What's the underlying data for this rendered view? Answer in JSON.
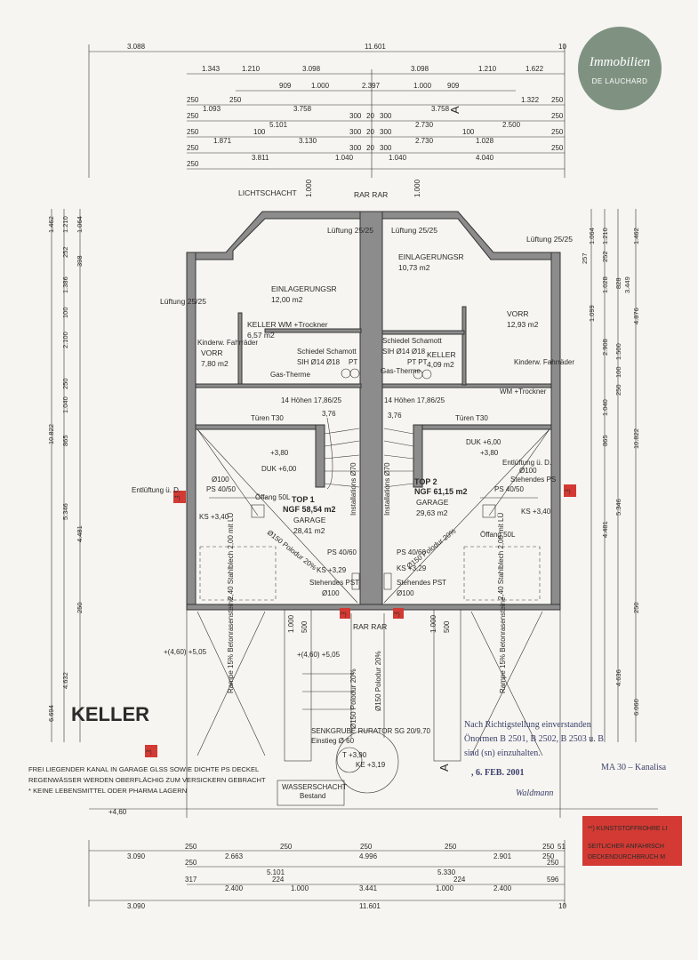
{
  "logo": {
    "line1": "Immobilien",
    "line2": "DE LAUCHARD"
  },
  "title": "KELLER",
  "dimensions_top": {
    "row1": [
      "3.088",
      "11.601",
      "10"
    ],
    "row2": [
      "1.343",
      "1.210",
      "3.098",
      "3.098",
      "1.210",
      "1.622"
    ],
    "row3": [
      "909",
      "2.397",
      "1.000",
      "909",
      "1.000"
    ],
    "row4": [
      "250",
      "250",
      "1.322",
      "250"
    ],
    "row5": [
      "250",
      "1.093",
      "3.758",
      "300",
      "20",
      "300",
      "3.758",
      "250",
      "A"
    ],
    "row6": [
      "250",
      "100",
      "5.101",
      "300",
      "20",
      "300",
      "2.730",
      "100",
      "2.500",
      "250"
    ],
    "row7": [
      "250",
      "1.871",
      "3.130",
      "300",
      "20",
      "300",
      "2.730",
      "1.028",
      "250"
    ],
    "row8": [
      "250",
      "3.811",
      "1.040",
      "1.040",
      "4.040"
    ]
  },
  "dimensions_bottom": {
    "row1": [
      "250",
      "250",
      "250",
      "250",
      "250",
      "51"
    ],
    "row2": [
      "3.090",
      "2.663",
      "4.996",
      "2.901",
      "250"
    ],
    "row3": [
      "250",
      "5.101",
      "224",
      "5.330",
      "224",
      "250"
    ],
    "row4": [
      "317",
      "596"
    ],
    "row5": [
      "2.400",
      "1.000",
      "3.441",
      "1.000",
      "2.400"
    ],
    "row6": [
      "3.090",
      "11.601",
      "10"
    ]
  },
  "dimensions_left": [
    "1.462",
    "1.210",
    "1.064",
    "252",
    "398",
    "1.386",
    "100",
    "2.100",
    "250",
    "1.040",
    "865",
    "10.822",
    "5.346",
    "4.481",
    "250",
    "4.632",
    "6.694"
  ],
  "dimensions_right": [
    "1.064",
    "1.210",
    "1.462",
    "252",
    "257",
    "1.099",
    "1.028",
    "828",
    "3.449",
    "4.876",
    "2.908",
    "1.500",
    "100",
    "250",
    "1.040",
    "865",
    "10.822",
    "4.481",
    "5.346",
    "250",
    "4.636",
    "6.060"
  ],
  "rooms": {
    "lichtschacht": "LICHTSCHACHT",
    "rar_top": "RAR RAR",
    "lueftung_tl": "Lüftung 25/25",
    "lueftung_tr": "Lüftung 25/25",
    "lueftung_l": "Lüftung 25/25",
    "lueftung_r": "Lüftung 25/25",
    "einl1_name": "EINLAGERUNGSR",
    "einl1_area": "12,00 m2",
    "einl2_name": "EINLAGERUNGSR",
    "einl2_area": "10,73 m2",
    "keller1_name": "KELLER WM +Trockner",
    "keller1_area": "6,57 m2",
    "keller2_name": "KELLER",
    "keller2_area": "4,09 m2",
    "vorr1_name": "VORR",
    "vorr1_area": "7,80 m2",
    "vorr2_name": "VORR",
    "vorr2_area": "12,93 m2",
    "kinderw1": "Kinderw. Fahrräder",
    "kinderw2": "Kinderw. Fahrräder",
    "schiedel1": "Schiedel Schamott",
    "sih1": "SIH Ø14 Ø18",
    "pt1": "PT",
    "schiedel2": "Schiedel Schamott",
    "sih2": "SIH Ø14 Ø18",
    "pt2": "PT PT",
    "gastherme1": "Gas-Therme",
    "gastherme2": "Gas-Therme",
    "wm2": "WM +Trockner",
    "stairs1": "14 Höhen 17,86/25",
    "stairs2": "14 Höhen 17,86/25",
    "h1": "3,76",
    "h2": "3,76",
    "tueren1": "Türen T30",
    "tueren2": "Türen T30",
    "p380_1": "+3,80",
    "p380_2": "+3,80",
    "duk1": "DUK +6,00",
    "duk2": "DUK +6,00",
    "top1_name": "TOP 1",
    "top1_ngf": "NGF 58,54 m2",
    "top1_gar": "GARAGE",
    "top1_area": "28,41 m2",
    "top2_name": "TOP 2",
    "top2_ngf": "NGF 61,15 m2",
    "top2_gar": "GARAGE",
    "top2_area": "29,63 m2",
    "a100_1": "Ø100",
    "a100_2": "Ø100",
    "entl1": "Entlüftung ü. D.",
    "entl2": "Entlüftung ü. D.",
    "stehendes1": "Stehendes PS",
    "ps40_1": "PS 40/50",
    "ps40_2": "PS 40/50",
    "offang1": "Öffang 50L",
    "offang2": "Öffang 50L",
    "ks1": "KS +3,40",
    "ks2": "KS +3,40",
    "inst1": "Installations Ø70",
    "inst2": "Installations Ø70",
    "ps4060_1": "PS 40/60",
    "ps4060_2": "PS 40/60",
    "ks329_1": "KS +3,29",
    "ks329_2": "KS +3,29",
    "stpst1": "Stehendes PST",
    "stpst2": "Stehendes PST",
    "a100b_1": "Ø100",
    "a100b_2": "Ø100",
    "polo1": "Ø150 Polodur 20%",
    "polo2": "Ø150 Polodur 20%",
    "stahl1": "2,40 Stahlblech 2,00 mit LÜ",
    "stahl2": "2,40 Stahlblech 2,00 mit LÜ",
    "rar_bot": "RAR RAR",
    "m1000_1": "1.000",
    "m500_1": "500",
    "m1000_2": "1.000",
    "m500_2": "500",
    "lvl460_1": "+(4,60) +5,05",
    "lvl460_2": "+(4,60) +5,05",
    "rampe1": "Rampe 15% Betonrasensteine",
    "rampe2": "Rampe 15% Betonrasensteine",
    "polo_v1": "Ø150 Polodur 20%",
    "polo_v2": "Ø150 Polodur 20%",
    "senk": "SENKGRUBE RURATOR SG 20/9,70",
    "einstieg": "Einstieg Ø 60",
    "t390": "T +3,90",
    "ke319": "KE +3,19",
    "wasser": "WASSERSCHACHT",
    "bestand": "Bestand",
    "lvl460": "+4,60",
    "star_tag": "**)"
  },
  "notes": {
    "line1": "FREI LIEGENDER KANAL IN GARAGE GLSS SOWIE DICHTE PS DECKEL",
    "line2": "REGENWÄSSER WERDEN OBERFLÄCHIG ZUM VERSICKERN GEBRACHT",
    "line3": "* KEINE LEBENSMITTEL ODER PHARMA LAGERN"
  },
  "stamp": {
    "line1": "Nach Richtigstellung einverstanden",
    "line2": "Önormen B 2501, B 2502, B 2503 u. B",
    "line3": "sind (sn) einzuhalten.",
    "date": ", 6. FEB. 2001",
    "ma": "MA 30 – Kanalisa",
    "sign": "Waldmann"
  },
  "redbox": {
    "line1": "**) KUNSTSTOFFROHRE LI",
    "line2": "SEITLICHER ANFAHRSCH",
    "line3": "DECKENDURCHBRUCH M"
  },
  "section_mark": "A",
  "colors": {
    "wall": "#8c8c8c",
    "red_tag": "#d23a33",
    "logo": "#7f9281",
    "stamp_ink": "#3b3f6a"
  }
}
